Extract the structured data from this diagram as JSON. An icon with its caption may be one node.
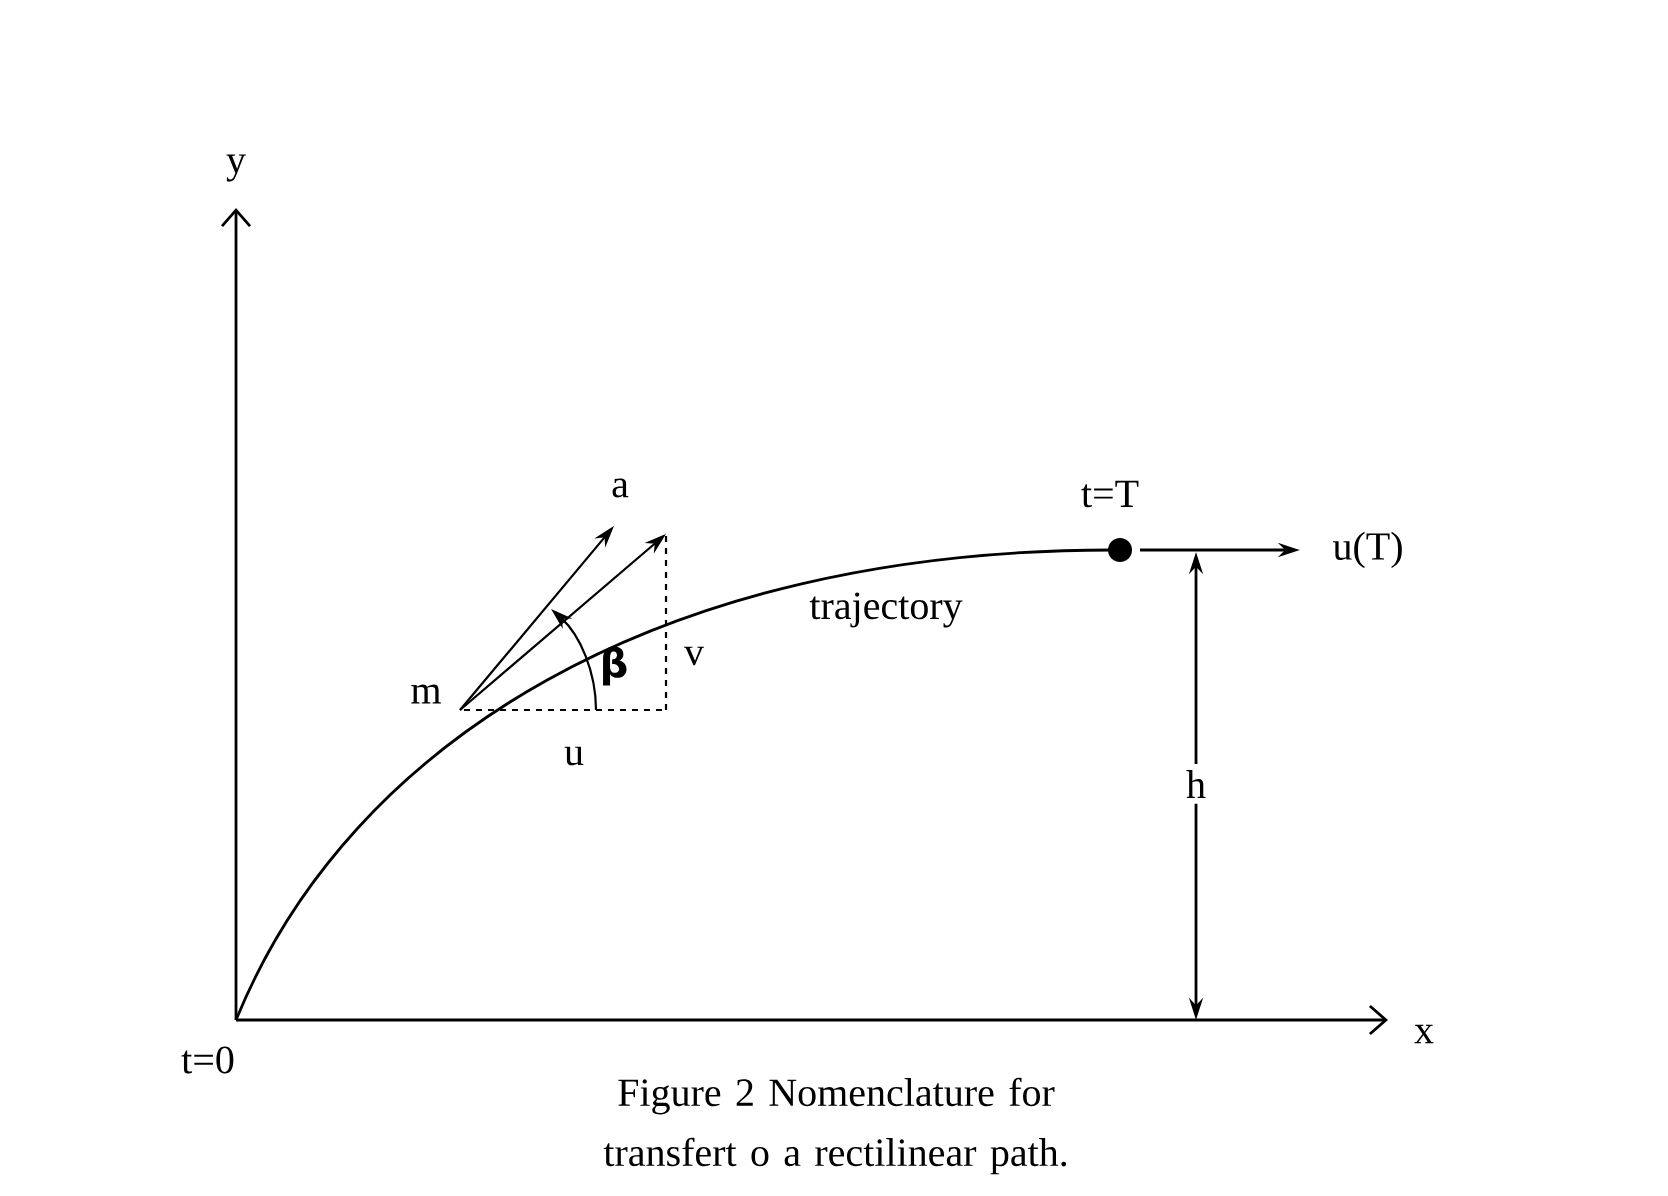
{
  "diagram": {
    "caption": "Figure 2  Nomenclature for  transfert o a rectilinear path.",
    "labels": [
      "y",
      "a",
      "t=T",
      "u(T)",
      "trajectory",
      "m",
      "β",
      "v",
      "u",
      "h",
      "t=0",
      "x"
    ]
  }
}
